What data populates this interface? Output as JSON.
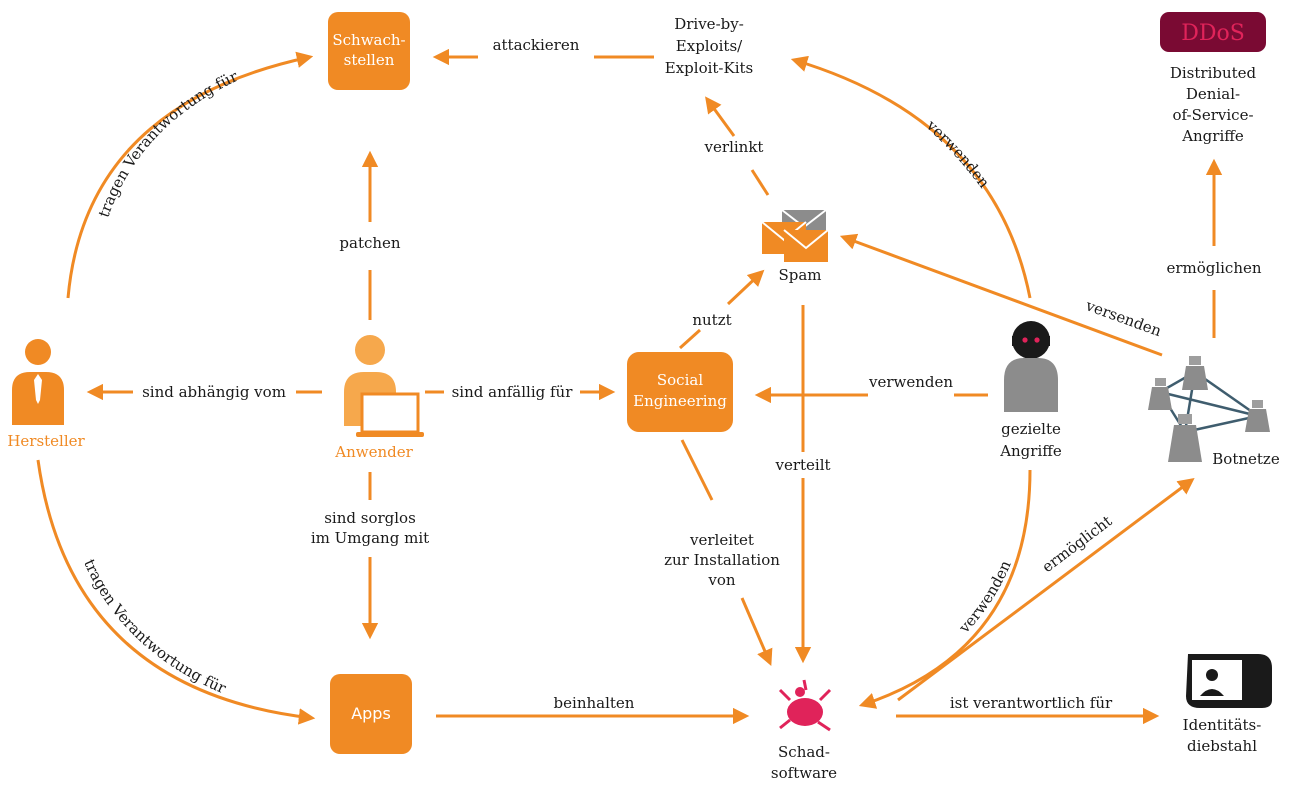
{
  "colors": {
    "orange": "#f08a24",
    "gray": "#8c8c8c",
    "dark": "#1a1a1a",
    "ddos_bg": "#7a0a33",
    "ddos_text": "#e0235a",
    "malware": "#e0235a"
  },
  "nodes": {
    "schwachstellen": [
      "Schwach-",
      "stellen"
    ],
    "drive_by": [
      "Drive-by-",
      "Exploits/",
      "Exploit-Kits"
    ],
    "ddos": {
      "badge": "DDoS",
      "caption": [
        "Distributed",
        "Denial-",
        "of-Service-",
        "Angriffe"
      ]
    },
    "spam": "Spam",
    "hersteller": "Hersteller",
    "anwender": "Anwender",
    "social": [
      "Social",
      "Engineering"
    ],
    "gezielte": [
      "gezielte",
      "Angriffe"
    ],
    "botnetze": "Botnetze",
    "apps": "Apps",
    "schadsoftware": [
      "Schad-",
      "software"
    ],
    "identitaet": [
      "Identitäts-",
      "diebstahl"
    ]
  },
  "edges": {
    "attackieren": "attackieren",
    "tragen_top": "tragen Verantwortung für",
    "patchen": "patchen",
    "verlinkt": "verlinkt",
    "verwenden_top": "verwenden",
    "ermoeglichen": "ermöglichen",
    "versenden": "versenden",
    "nutzt": "nutzt",
    "sind_abhaengig": "sind abhängig vom",
    "sind_anfaellig": "sind anfällig für",
    "verwenden_mid": "verwenden",
    "verteilt": "verteilt",
    "sind_sorglos": [
      "sind sorglos",
      "im Umgang mit"
    ],
    "verleitet": [
      "verleitet",
      "zur Installation",
      "von"
    ],
    "tragen_bottom": "tragen Verantwortung für",
    "verwenden_bottom": "verwenden",
    "ermoeglicht": "ermöglicht",
    "beinhalten": "beinhalten",
    "ist_verantwortlich": "ist verantwortlich für"
  }
}
